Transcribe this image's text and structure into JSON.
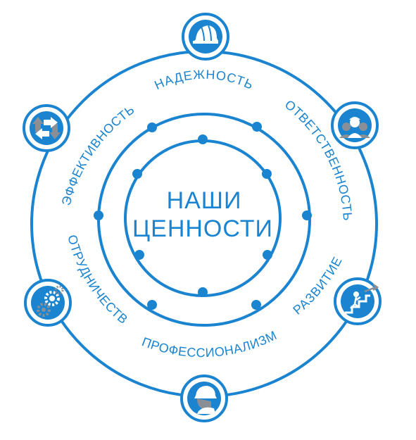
{
  "center": {
    "line1": "НАШИ",
    "line2": "ЦЕННОСТИ"
  },
  "values": [
    {
      "label": "НАДЕЖНОСТЬ",
      "icon": "helmet-icon"
    },
    {
      "label": "ОТВЕТСТВЕННОСТЬ",
      "icon": "worker-group-icon"
    },
    {
      "label": "РАЗВИТИЕ",
      "icon": "climbing-stairs-icon"
    },
    {
      "label": "ПРОФЕССИОНАЛИЗМ",
      "icon": "worker-profile-icon"
    },
    {
      "label": "СОТРУДНИЧЕСТВО",
      "icon": "gears-icon"
    },
    {
      "label": "ЭФФЕКТИВНОСТЬ",
      "icon": "cycle-arrows-icon"
    }
  ],
  "colors": {
    "primary": "#1b84d0",
    "center_text": "#1b84d0",
    "icon_bg": "#1b84d0",
    "icon_gray": "#8a8f96"
  }
}
